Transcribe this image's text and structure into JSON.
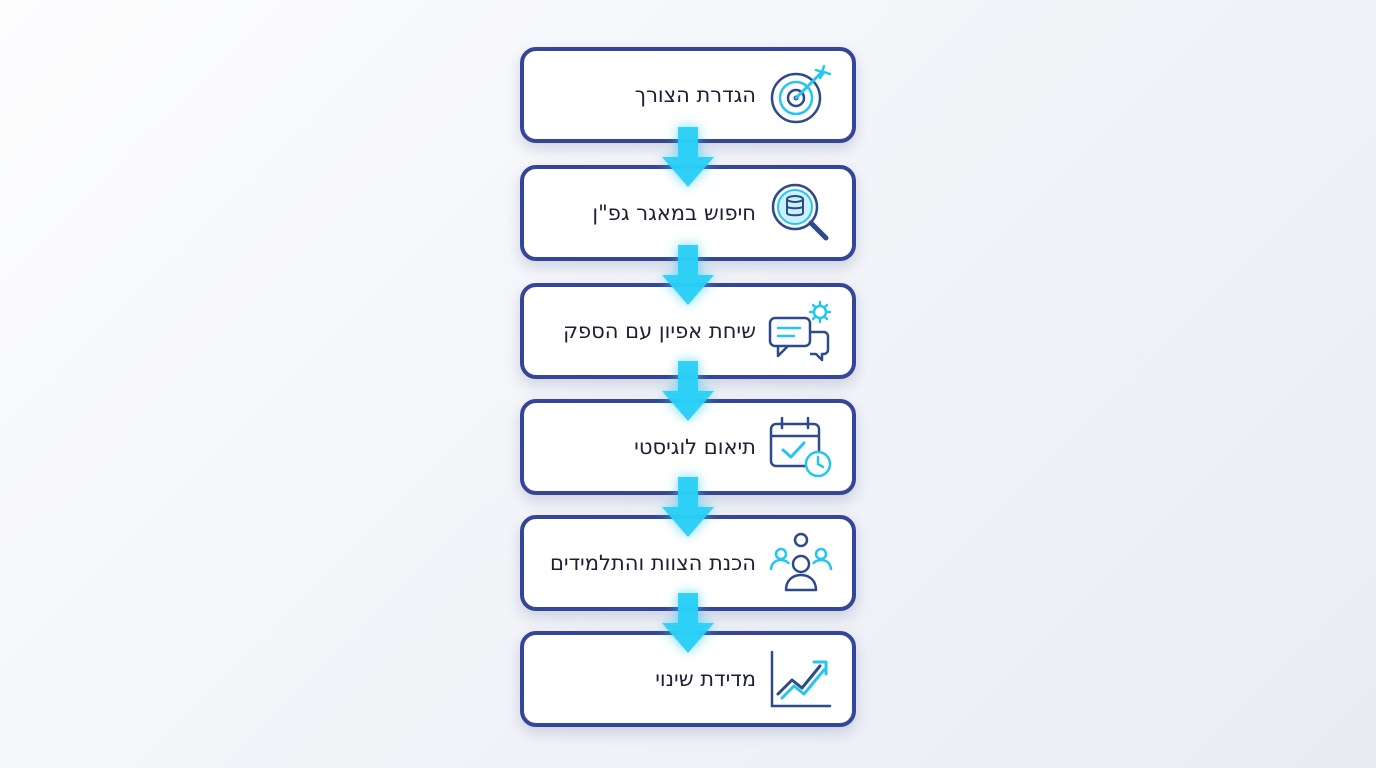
{
  "steps": [
    {
      "label": "הגדרת הצורך",
      "icon": "target-icon"
    },
    {
      "label": "חיפוש במאגר גפ\"ן",
      "icon": "database-search-icon"
    },
    {
      "label": "שיחת אפיון עם הספק",
      "icon": "chat-gear-icon"
    },
    {
      "label": "תיאום לוגיסטי",
      "icon": "calendar-clock-icon"
    },
    {
      "label": "הכנת הצוות והתלמידים",
      "icon": "team-group-icon"
    },
    {
      "label": "מדידת שינוי",
      "icon": "growth-chart-icon"
    }
  ],
  "colors": {
    "box_border": "#35469a",
    "icon_stroke": "#2f4a8a",
    "icon_accent": "#25c6ee",
    "arrow": "#2ad0f5",
    "text": "#1c2033"
  }
}
